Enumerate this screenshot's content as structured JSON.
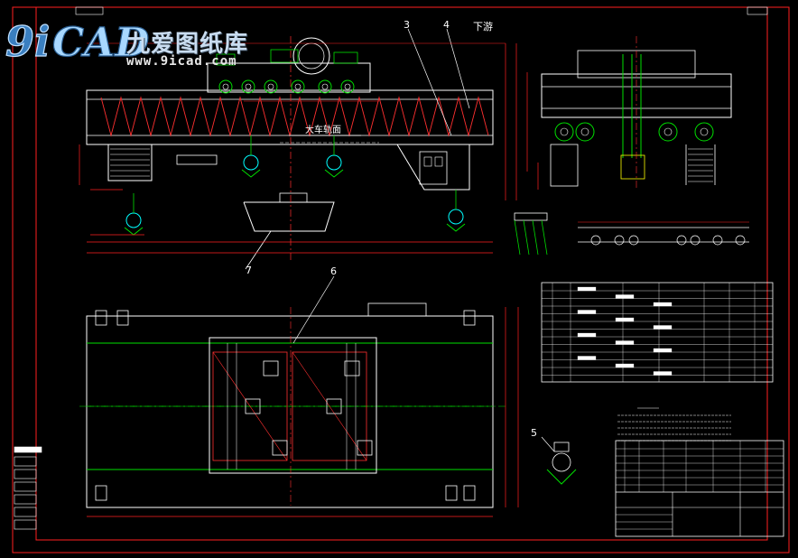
{
  "watermark": {
    "logo_text": "9iCAD",
    "site_name": "九爱图纸库",
    "url": "www.9icad.com"
  },
  "callouts": {
    "c3": "3",
    "c4": "4",
    "c5": "5",
    "c6": "6",
    "c7": "7"
  },
  "labels": {
    "lower_side": "下游",
    "main_track": "大车轨面"
  },
  "colors": {
    "frame": "#ff2020",
    "structure": "#ffffff",
    "mechanism": "#00e000",
    "centerline": "#ff3030",
    "dimension": "#ff2020",
    "hook": "#00ffff",
    "detail": "#ffff00"
  }
}
